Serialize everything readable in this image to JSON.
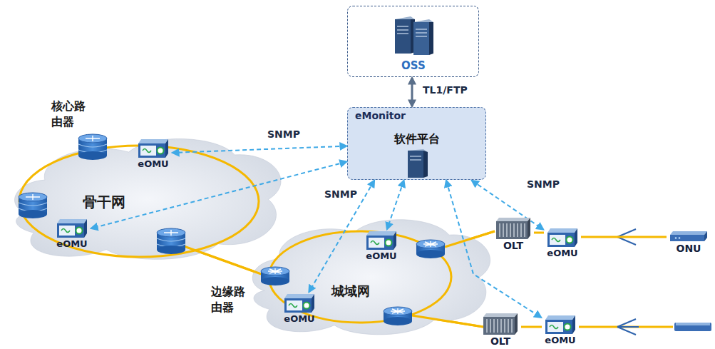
{
  "diagram": {
    "nodes": [
      {
        "text": [
          "OSS"
        ]
      },
      {
        "text": [
          "eMonitor",
          "软件平台"
        ]
      },
      {
        "text": [
          "骨干网"
        ]
      },
      {
        "text": [
          "eOMU"
        ],
        "in": 2
      },
      {
        "text": [
          "eOMU"
        ],
        "in": 2
      },
      {
        "text": [
          "城域网"
        ]
      },
      {
        "text": [
          "eOMU"
        ],
        "in": 5
      },
      {
        "text": [
          "eOMU"
        ],
        "in": 5
      },
      {
        "text": [
          "OLT"
        ]
      },
      {
        "text": [
          "eOMU"
        ]
      },
      {
        "text": [
          "OLT"
        ]
      },
      {
        "text": [
          "eOMU"
        ]
      },
      {
        "text": [
          "ONU"
        ]
      }
    ],
    "edges": [
      {
        "from": 0,
        "to": 1,
        "arrow": "both",
        "label": "TL1/FTP"
      },
      {
        "from": 1,
        "to": 3,
        "arrow": "both",
        "label": "SNMP"
      },
      {
        "from": 1,
        "to": 4,
        "arrow": "both",
        "label": "SNMP"
      },
      {
        "from": 1,
        "to": 6,
        "arrow": "both"
      },
      {
        "from": 1,
        "to": 7,
        "arrow": "both"
      },
      {
        "from": 1,
        "to": 9,
        "arrow": "both",
        "label": "SNMP"
      },
      {
        "from": 1,
        "to": 11,
        "arrow": "both"
      },
      {
        "from": 8,
        "to": 9,
        "arrow": "none"
      },
      {
        "from": 9,
        "to": 12,
        "arrow": "none"
      },
      {
        "from": 10,
        "to": 11,
        "arrow": "none"
      }
    ],
    "labels": [
      "核心路由器",
      "边缘路由器"
    ]
  }
}
